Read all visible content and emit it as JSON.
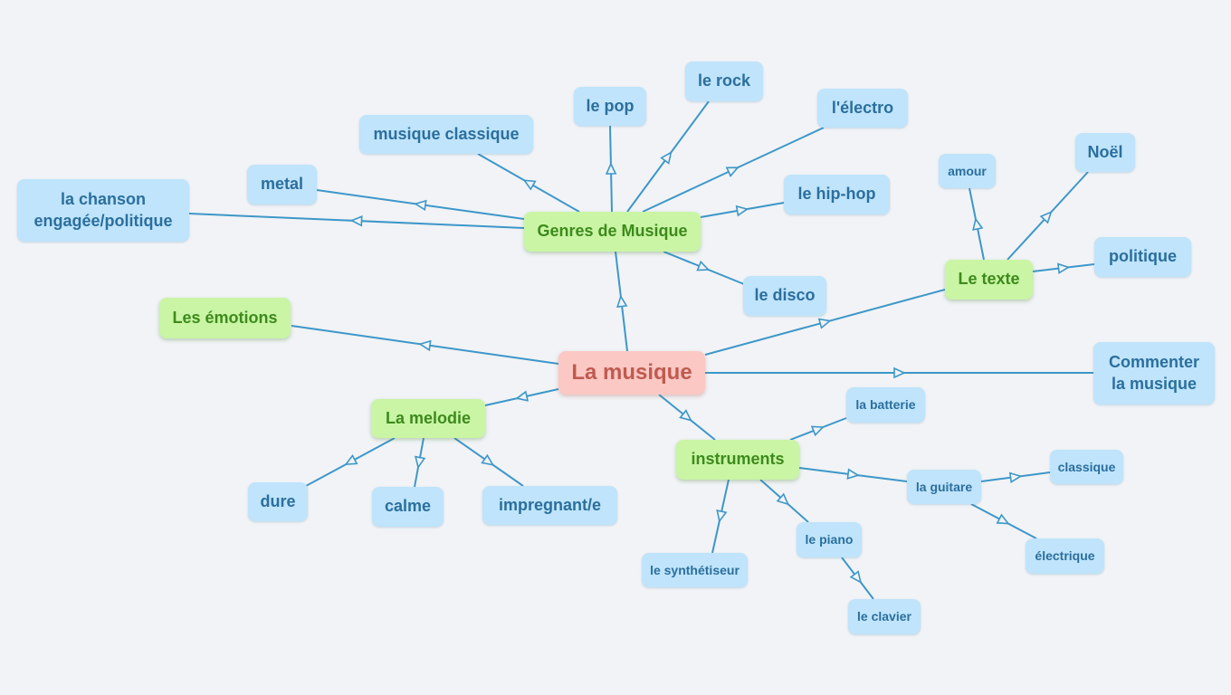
{
  "colors": {
    "background": "#f1f3f6",
    "edge": "#3d97c9",
    "leaf_fill": "#bfe4fb",
    "sub_fill": "#c9f5a5",
    "root_fill": "#fbc8c4"
  },
  "root": {
    "label": "La musique"
  },
  "genres": {
    "label": "Genres de Musique",
    "items": {
      "pop": "le pop",
      "rock": "le rock",
      "electro": "l'électro",
      "classique": "musique classique",
      "metal": "metal",
      "chanson": "la chanson engagée/politique",
      "hiphop": "le hip-hop",
      "disco": "le disco"
    }
  },
  "texte": {
    "label": "Le texte",
    "items": {
      "amour": "amour",
      "noel": "Noël",
      "politique": "politique"
    }
  },
  "emotions": {
    "label": "Les émotions"
  },
  "commenter": {
    "label": "Commenter la musique"
  },
  "melodie": {
    "label": "La melodie",
    "items": {
      "dure": "dure",
      "calme": "calme",
      "impregnant": "impregnant/e"
    }
  },
  "instruments": {
    "label": "instruments",
    "items": {
      "batterie": "la batterie",
      "guitare": "la guitare",
      "classique": "classique",
      "electrique": "électrique",
      "synthetiseur": "le synthétiseur",
      "piano": "le piano",
      "clavier": "le clavier"
    }
  }
}
